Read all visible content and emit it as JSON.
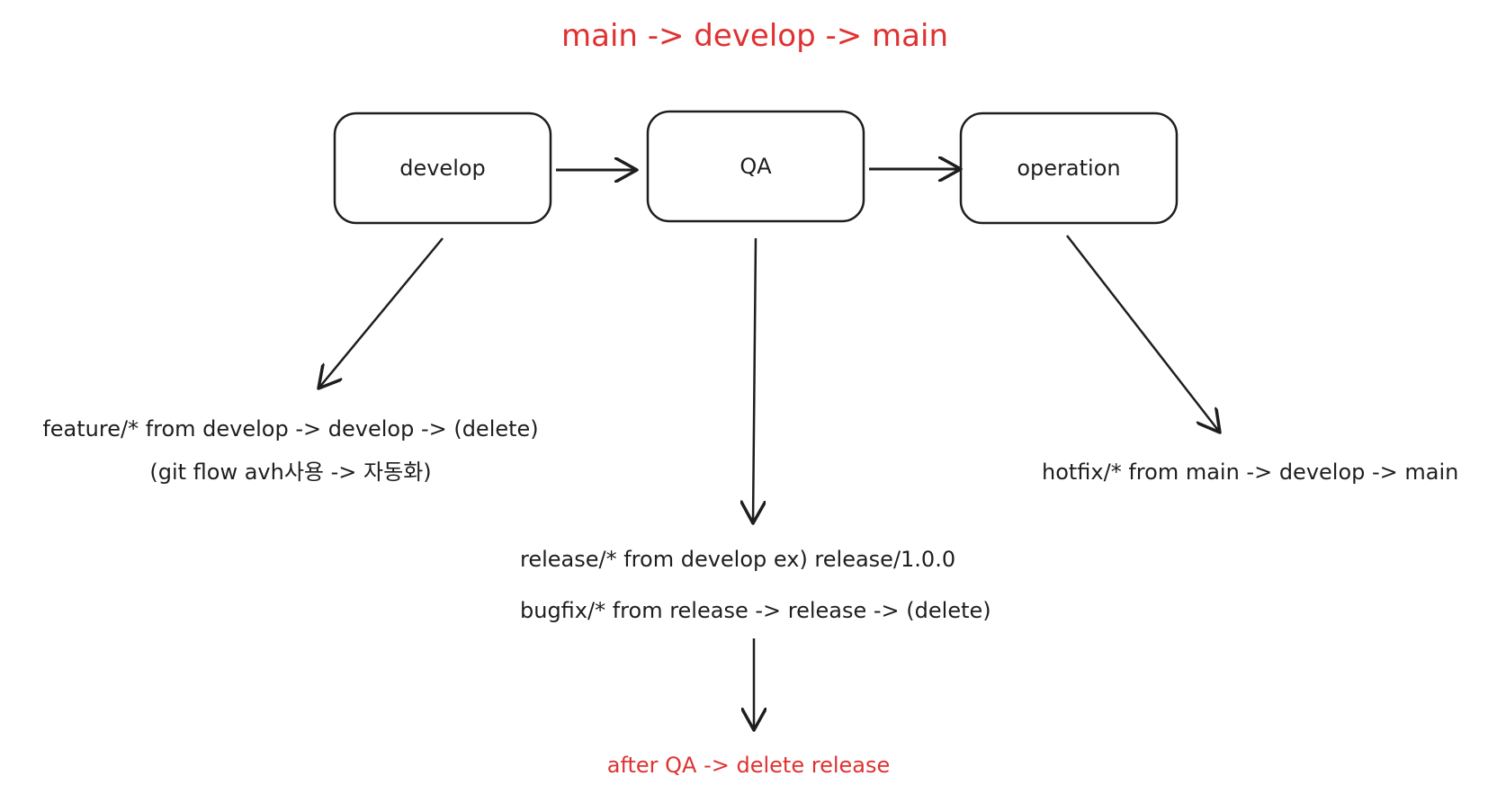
{
  "title": "main -> develop -> main",
  "nodes": {
    "develop": "develop",
    "qa": "QA",
    "operation": "operation"
  },
  "feature": {
    "line1": "feature/* from develop -> develop -> (delete)",
    "line2": "(git flow avh사용 -> 자동화)"
  },
  "release": {
    "line1": "release/* from develop  ex) release/1.0.0",
    "line2": "bugfix/* from release -> release -> (delete)"
  },
  "hotfix": {
    "line1": "hotfix/* from main -> develop -> main"
  },
  "footer": "after QA -> delete release",
  "colors": {
    "ink": "#1e1e1e",
    "accent": "#e03131"
  }
}
